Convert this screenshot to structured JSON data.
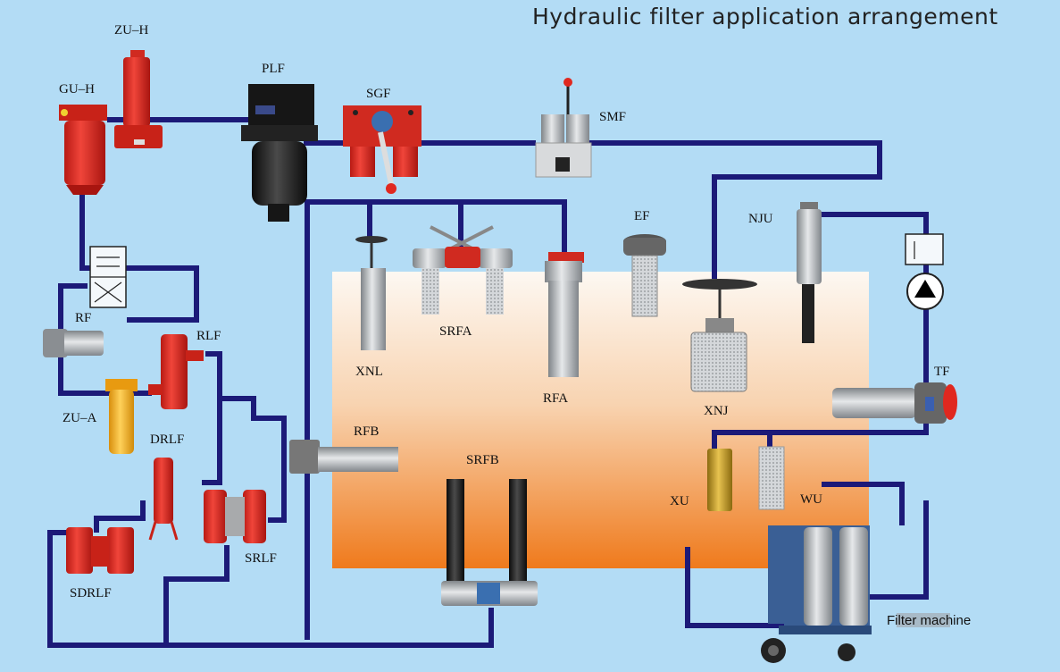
{
  "title": "Hydraulic filter application arrangement",
  "labels": {
    "zu_h": "ZU–H",
    "gu_h": "GU–H",
    "plf": "PLF",
    "sgf": "SGF",
    "smf": "SMF",
    "ef": "EF",
    "nju": "NJU",
    "rf": "RF",
    "rlf": "RLF",
    "zu_a": "ZU–A",
    "drlf": "DRLF",
    "sdrlf": "SDRLF",
    "srlf": "SRLF",
    "xnl": "XNL",
    "srfa": "SRFA",
    "rfa": "RFA",
    "xnj": "XNJ",
    "tf": "TF",
    "rfb": "RFB",
    "srfb": "SRFB",
    "xu": "XU",
    "wu": "WU",
    "filter_machine": "Filter machine"
  },
  "colors": {
    "background": "#b3dcf5",
    "pipe": "#1c1a78",
    "tank_top": "#fdf8f2",
    "tank_bottom": "#ef7a1c",
    "filter_red": "#e0281f",
    "filter_black": "#1c1c1c",
    "filter_grey": "#b8bcc0",
    "filter_yellow": "#f7b21e",
    "filter_blue": "#3a5f95"
  }
}
